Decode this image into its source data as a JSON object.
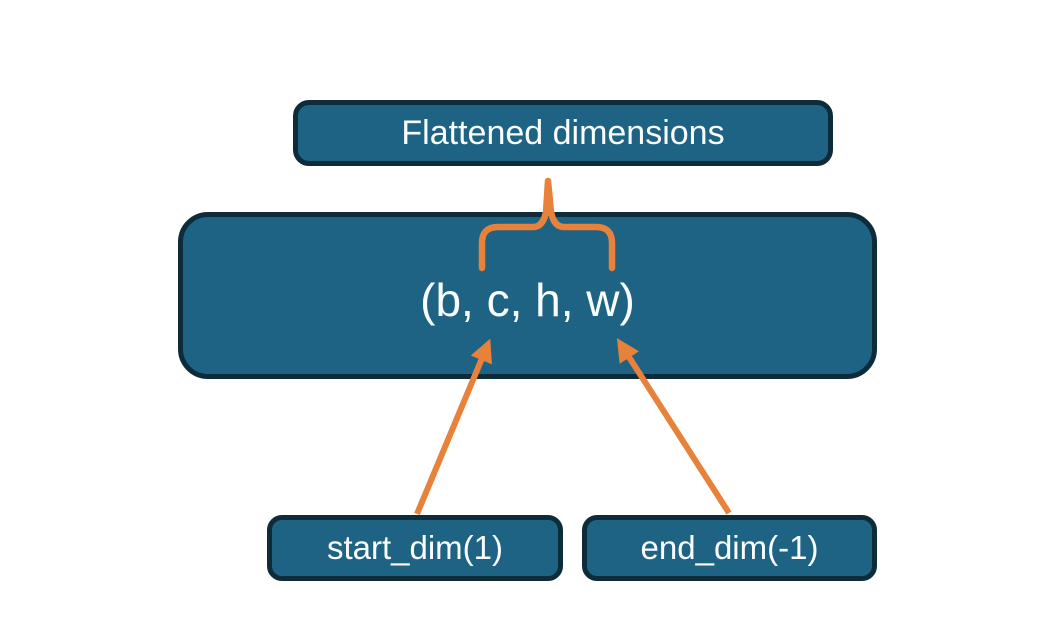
{
  "diagram": {
    "boxes": {
      "flattened": {
        "label": "Flattened dimensions"
      },
      "tensor": {
        "label": "(b, c, h, w)"
      },
      "start_dim": {
        "label": "start_dim(1)"
      },
      "end_dim": {
        "label": "end_dim(-1)"
      }
    },
    "icons": {
      "brace": "curly-brace-up",
      "start_dim_arrow": "arrow-up-right",
      "end_dim_arrow": "arrow-up-left"
    },
    "colors": {
      "box_fill": "#1e6384",
      "box_border": "#0e2b3a",
      "accent_orange": "#e8813a",
      "text": "#fafdff",
      "background": "#ffffff"
    }
  }
}
